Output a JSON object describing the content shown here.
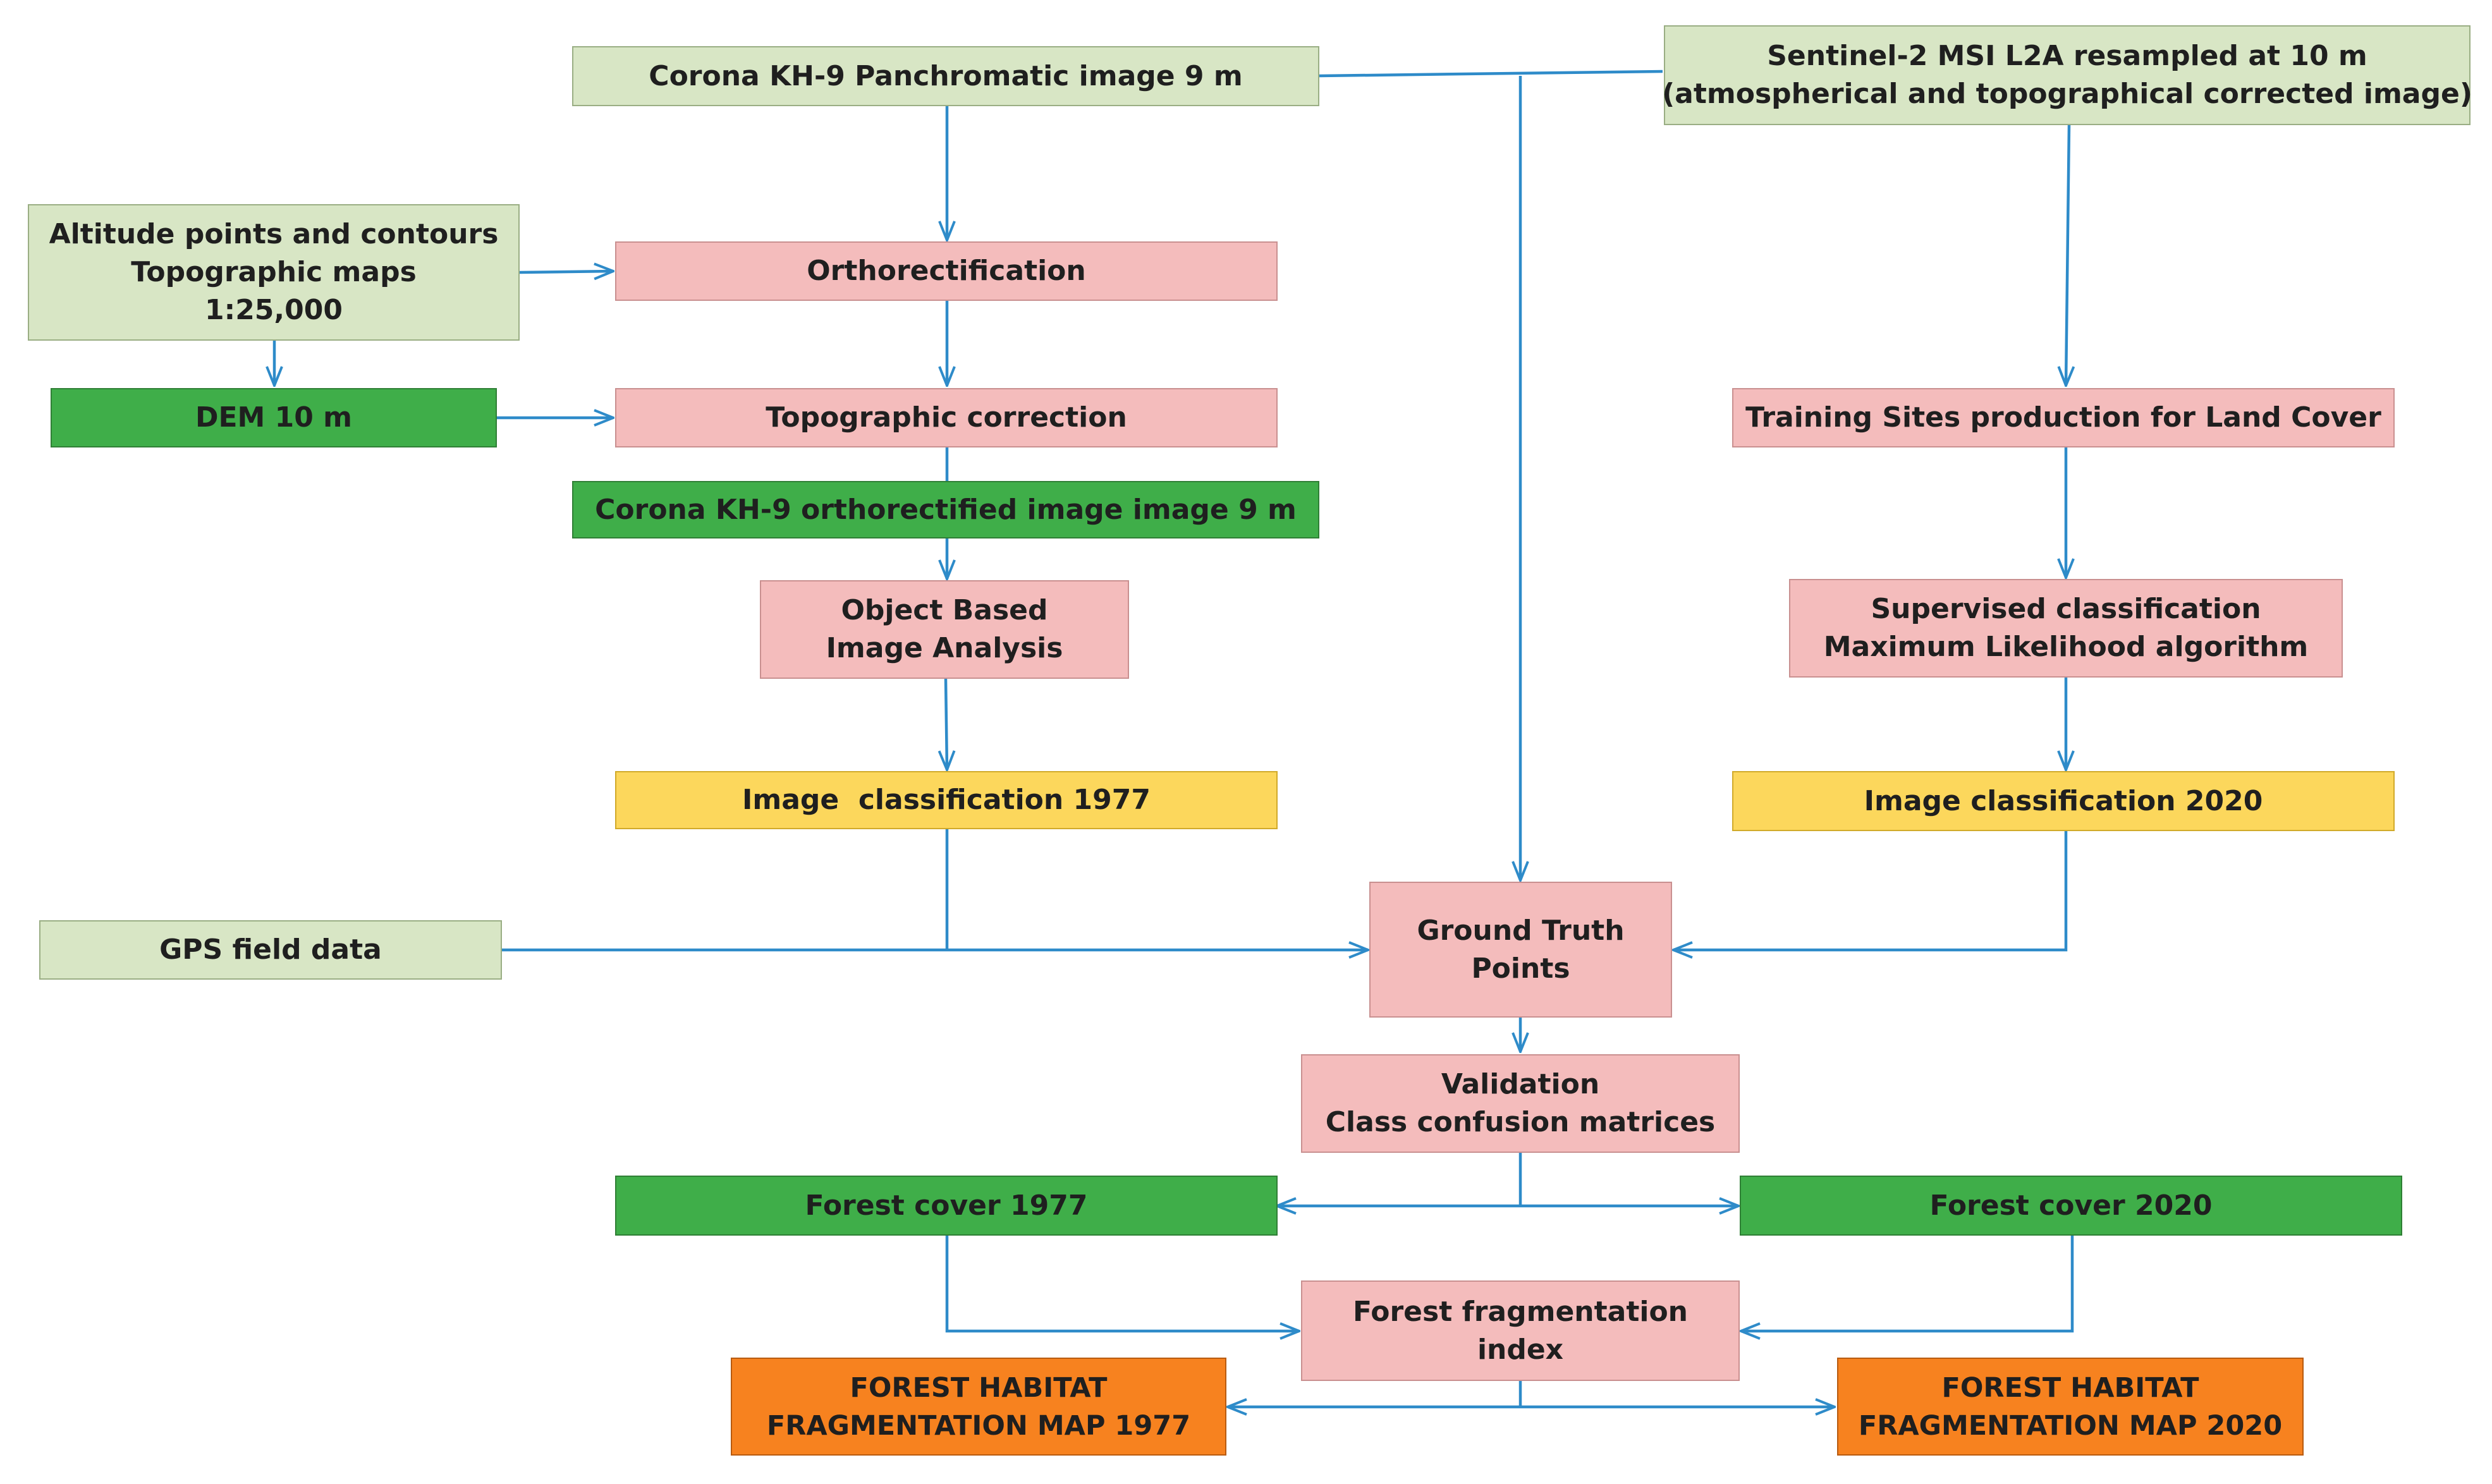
{
  "nodes": {
    "corona_pan": {
      "lines": [
        "Corona KH-9 Panchromatic image 9 m"
      ]
    },
    "sentinel": {
      "lines": [
        "Sentinel-2 MSI L2A resampled at 10 m",
        "(atmospherical and topographical corrected image)"
      ]
    },
    "altitude": {
      "lines": [
        "Altitude points and contours",
        "Topographic maps",
        "1:25,000"
      ]
    },
    "ortho": {
      "lines": [
        "Orthorectification"
      ]
    },
    "dem": {
      "lines": [
        "DEM 10 m"
      ]
    },
    "topo_corr": {
      "lines": [
        "Topographic correction"
      ]
    },
    "training": {
      "lines": [
        "Training Sites production for Land Cover"
      ]
    },
    "corona_ortho": {
      "lines": [
        "Corona KH-9 orthorectified image image 9 m"
      ]
    },
    "obia": {
      "lines": [
        "Object Based",
        "Image Analysis"
      ]
    },
    "supervised": {
      "lines": [
        "Supervised classification",
        "Maximum Likelihood algorithm"
      ]
    },
    "class1977": {
      "lines": [
        "Image  classification 1977"
      ]
    },
    "class2020": {
      "lines": [
        "Image classification 2020"
      ]
    },
    "gps": {
      "lines": [
        "GPS field data"
      ]
    },
    "ground_truth": {
      "lines": [
        "Ground Truth",
        "Points"
      ]
    },
    "validation": {
      "lines": [
        "Validation",
        "Class confusion matrices"
      ]
    },
    "forest1977": {
      "lines": [
        "Forest cover 1977"
      ]
    },
    "forest2020": {
      "lines": [
        "Forest cover 2020"
      ]
    },
    "frag_index": {
      "lines": [
        "Forest fragmentation",
        "index"
      ]
    },
    "map1977": {
      "lines": [
        "FOREST HABITAT",
        "FRAGMENTATION MAP 1977"
      ]
    },
    "map2020": {
      "lines": [
        "FOREST HABITAT",
        "FRAGMENTATION MAP 2020"
      ]
    }
  },
  "colors": {
    "light_green": "#d8e6c5",
    "dark_green": "#3fae49",
    "pink": "#f4bcbc",
    "yellow": "#fcd75c",
    "orange": "#f7821f",
    "arrow": "#2e8bc9"
  }
}
